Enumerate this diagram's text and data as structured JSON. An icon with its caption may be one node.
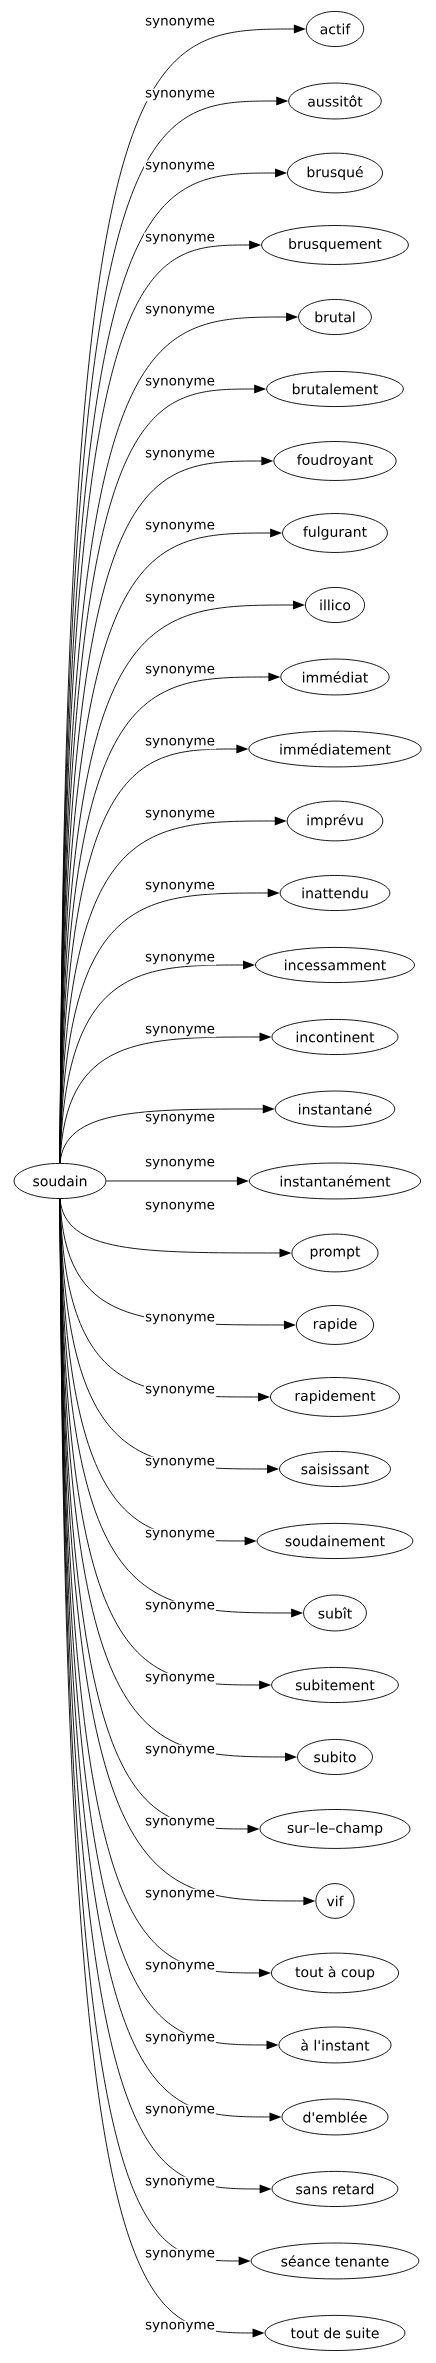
{
  "diagram": {
    "nodes": [
      {
        "text": [
          "soudain"
        ]
      },
      {
        "text": [
          "actif"
        ]
      },
      {
        "text": [
          "aussitôt"
        ]
      },
      {
        "text": [
          "brusqué"
        ]
      },
      {
        "text": [
          "brusquement"
        ]
      },
      {
        "text": [
          "brutal"
        ]
      },
      {
        "text": [
          "brutalement"
        ]
      },
      {
        "text": [
          "foudroyant"
        ]
      },
      {
        "text": [
          "fulgurant"
        ]
      },
      {
        "text": [
          "illico"
        ]
      },
      {
        "text": [
          "immédiat"
        ]
      },
      {
        "text": [
          "immédiatement"
        ]
      },
      {
        "text": [
          "imprévu"
        ]
      },
      {
        "text": [
          "inattendu"
        ]
      },
      {
        "text": [
          "incessamment"
        ]
      },
      {
        "text": [
          "incontinent"
        ]
      },
      {
        "text": [
          "instantané"
        ]
      },
      {
        "text": [
          "instantanément"
        ]
      },
      {
        "text": [
          "prompt"
        ]
      },
      {
        "text": [
          "rapide"
        ]
      },
      {
        "text": [
          "rapidement"
        ]
      },
      {
        "text": [
          "saisissant"
        ]
      },
      {
        "text": [
          "soudainement"
        ]
      },
      {
        "text": [
          "subît"
        ]
      },
      {
        "text": [
          "subitement"
        ]
      },
      {
        "text": [
          "subito"
        ]
      },
      {
        "text": [
          "sur–le–champ"
        ]
      },
      {
        "text": [
          "vif"
        ]
      },
      {
        "text": [
          "tout à coup"
        ]
      },
      {
        "text": [
          "à l'instant"
        ]
      },
      {
        "text": [
          "d'emblée"
        ]
      },
      {
        "text": [
          "sans retard"
        ]
      },
      {
        "text": [
          "séance tenante"
        ]
      },
      {
        "text": [
          "tout de suite"
        ]
      }
    ],
    "edges": [
      {
        "from": 0,
        "to": 1,
        "arrow": "to",
        "label": "synonyme"
      },
      {
        "from": 0,
        "to": 2,
        "arrow": "to",
        "label": "synonyme"
      },
      {
        "from": 0,
        "to": 3,
        "arrow": "to",
        "label": "synonyme"
      },
      {
        "from": 0,
        "to": 4,
        "arrow": "to",
        "label": "synonyme"
      },
      {
        "from": 0,
        "to": 5,
        "arrow": "to",
        "label": "synonyme"
      },
      {
        "from": 0,
        "to": 6,
        "arrow": "to",
        "label": "synonyme"
      },
      {
        "from": 0,
        "to": 7,
        "arrow": "to",
        "label": "synonyme"
      },
      {
        "from": 0,
        "to": 8,
        "arrow": "to",
        "label": "synonyme"
      },
      {
        "from": 0,
        "to": 9,
        "arrow": "to",
        "label": "synonyme"
      },
      {
        "from": 0,
        "to": 10,
        "arrow": "to",
        "label": "synonyme"
      },
      {
        "from": 0,
        "to": 11,
        "arrow": "to",
        "label": "synonyme"
      },
      {
        "from": 0,
        "to": 12,
        "arrow": "to",
        "label": "synonyme"
      },
      {
        "from": 0,
        "to": 13,
        "arrow": "to",
        "label": "synonyme"
      },
      {
        "from": 0,
        "to": 14,
        "arrow": "to",
        "label": "synonyme"
      },
      {
        "from": 0,
        "to": 15,
        "arrow": "to",
        "label": "synonyme"
      },
      {
        "from": 0,
        "to": 16,
        "arrow": "to",
        "label": "synonyme"
      },
      {
        "from": 0,
        "to": 17,
        "arrow": "to",
        "label": "synonyme"
      },
      {
        "from": 0,
        "to": 18,
        "arrow": "to",
        "label": "synonyme"
      },
      {
        "from": 0,
        "to": 19,
        "arrow": "to",
        "label": "synonyme"
      },
      {
        "from": 0,
        "to": 20,
        "arrow": "to",
        "label": "synonyme"
      },
      {
        "from": 0,
        "to": 21,
        "arrow": "to",
        "label": "synonyme"
      },
      {
        "from": 0,
        "to": 22,
        "arrow": "to",
        "label": "synonyme"
      },
      {
        "from": 0,
        "to": 23,
        "arrow": "to",
        "label": "synonyme"
      },
      {
        "from": 0,
        "to": 24,
        "arrow": "to",
        "label": "synonyme"
      },
      {
        "from": 0,
        "to": 25,
        "arrow": "to",
        "label": "synonyme"
      },
      {
        "from": 0,
        "to": 26,
        "arrow": "to",
        "label": "synonyme"
      },
      {
        "from": 0,
        "to": 27,
        "arrow": "to",
        "label": "synonyme"
      },
      {
        "from": 0,
        "to": 28,
        "arrow": "to",
        "label": "synonyme"
      },
      {
        "from": 0,
        "to": 29,
        "arrow": "to",
        "label": "synonyme"
      },
      {
        "from": 0,
        "to": 30,
        "arrow": "to",
        "label": "synonyme"
      },
      {
        "from": 0,
        "to": 31,
        "arrow": "to",
        "label": "synonyme"
      },
      {
        "from": 0,
        "to": 32,
        "arrow": "to",
        "label": "synonyme"
      },
      {
        "from": 0,
        "to": 33,
        "arrow": "to",
        "label": "synonyme"
      }
    ]
  }
}
